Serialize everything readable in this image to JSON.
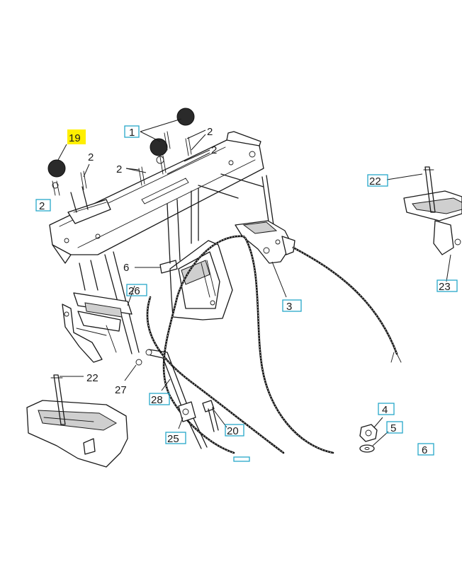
{
  "diagram": {
    "callouts": [
      {
        "id": "c19",
        "text": "19",
        "boxed": false,
        "highlighted": true
      },
      {
        "id": "c2-left",
        "text": "2",
        "boxed": true
      },
      {
        "id": "c2-a",
        "text": "2",
        "boxed": false
      },
      {
        "id": "c1",
        "text": "1",
        "boxed": true
      },
      {
        "id": "c2-b",
        "text": "2",
        "boxed": false
      },
      {
        "id": "c2-c",
        "text": "2",
        "boxed": false
      },
      {
        "id": "c2-d",
        "text": "2",
        "boxed": false
      },
      {
        "id": "c22-right",
        "text": "22",
        "boxed": true
      },
      {
        "id": "c23",
        "text": "23",
        "boxed": true
      },
      {
        "id": "c6",
        "text": "6",
        "boxed": false
      },
      {
        "id": "c26",
        "text": "26",
        "boxed": true
      },
      {
        "id": "c3",
        "text": "3",
        "boxed": true
      },
      {
        "id": "c22-left",
        "text": "22",
        "boxed": false
      },
      {
        "id": "c27",
        "text": "27",
        "boxed": false
      },
      {
        "id": "c28",
        "text": "28",
        "boxed": true
      },
      {
        "id": "c25",
        "text": "25",
        "boxed": true
      },
      {
        "id": "c20",
        "text": "20",
        "boxed": true
      },
      {
        "id": "c4",
        "text": "4",
        "boxed": true
      },
      {
        "id": "c5",
        "text": "5",
        "boxed": true
      },
      {
        "id": "c6-bottom",
        "text": "6",
        "boxed": true
      }
    ],
    "colors": {
      "line": "#1a1a1a",
      "callout_box": "#27a7c9",
      "highlight": "#ffef00",
      "knob": "#2a2a2a"
    }
  }
}
